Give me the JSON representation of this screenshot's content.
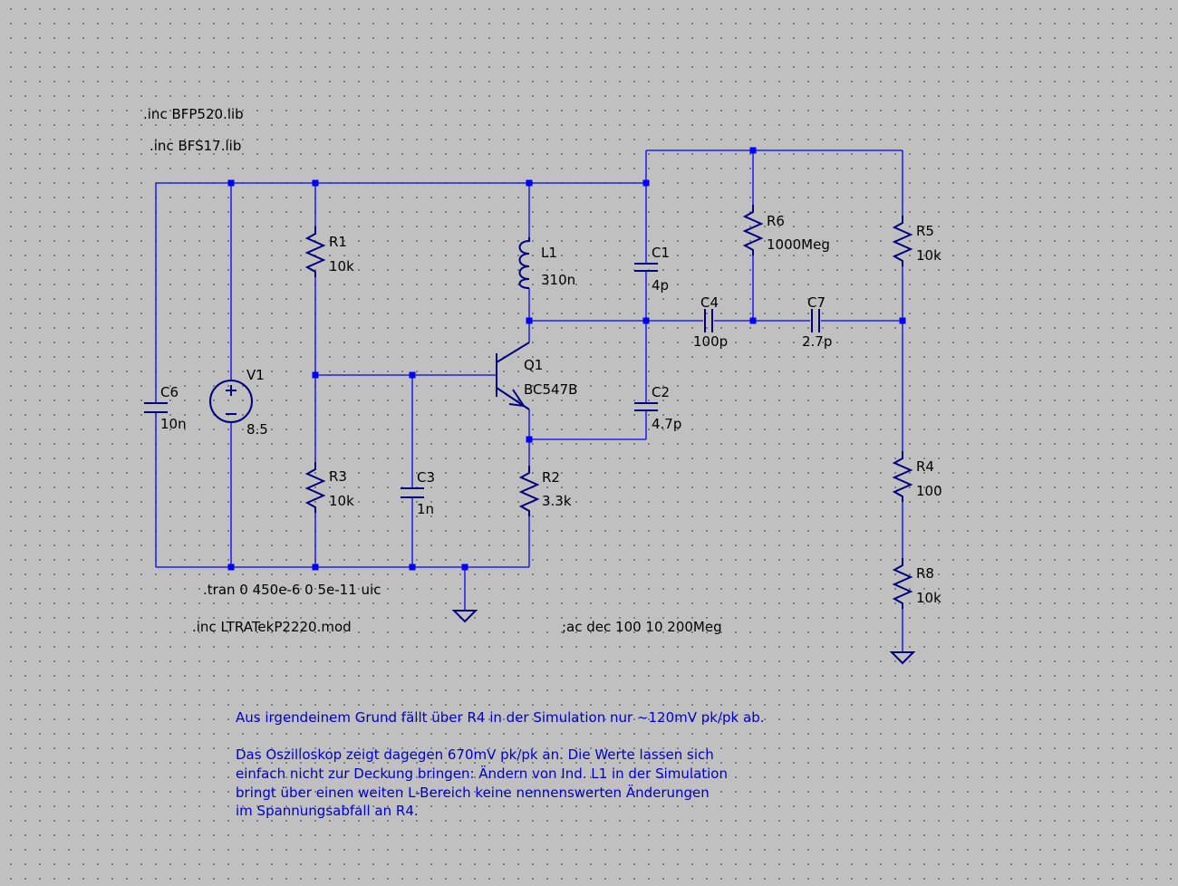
{
  "colors": {
    "background": "#c0c0c0",
    "wire": "#0000ff",
    "symbol": "#000080",
    "comment": "#0000cc",
    "label": "#000000"
  },
  "directives": {
    "inc_bfp520": ".inc BFP520.lib",
    "inc_bfs17": ".inc BFS17.lib",
    "tran": ".tran 0 450e-6 0 5e-11 uic",
    "inc_ltratek": ".inc LTRATekP2220.mod",
    "ac": ";ac dec 100 10 200Meg"
  },
  "components": {
    "R1": {
      "name": "R1",
      "value": "10k"
    },
    "R2": {
      "name": "R2",
      "value": "3.3k"
    },
    "R3": {
      "name": "R3",
      "value": "10k"
    },
    "R4": {
      "name": "R4",
      "value": "100"
    },
    "R5": {
      "name": "R5",
      "value": "10k"
    },
    "R6": {
      "name": "R6",
      "value": "1000Meg"
    },
    "R8": {
      "name": "R8",
      "value": "10k"
    },
    "L1": {
      "name": "L1",
      "value": "310n"
    },
    "C1": {
      "name": "C1",
      "value": "4p"
    },
    "C2": {
      "name": "C2",
      "value": "4.7p"
    },
    "C3": {
      "name": "C3",
      "value": "1n"
    },
    "C4": {
      "name": "C4",
      "value": "100p"
    },
    "C6": {
      "name": "C6",
      "value": "10n"
    },
    "C7": {
      "name": "C7",
      "value": "2.7p"
    },
    "V1": {
      "name": "V1",
      "value": "8.5"
    },
    "Q1": {
      "name": "Q1",
      "value": "BC547B"
    }
  },
  "comments": {
    "line1": "Aus irgendeinem Grund fällt über R4 in der Simulation nur ~120mV pk/pk ab.",
    "line2": "Das Oszilloskop zeigt dagegen 670mV pk/pk an. Die Werte lassen sich",
    "line3": "einfach nicht zur Deckung bringen: Ändern von Ind. L1 in der Simulation",
    "line4": "bringt über einen weiten L-Bereich keine nennenswerten Änderungen",
    "line5": "im Spannungsabfall an R4."
  }
}
